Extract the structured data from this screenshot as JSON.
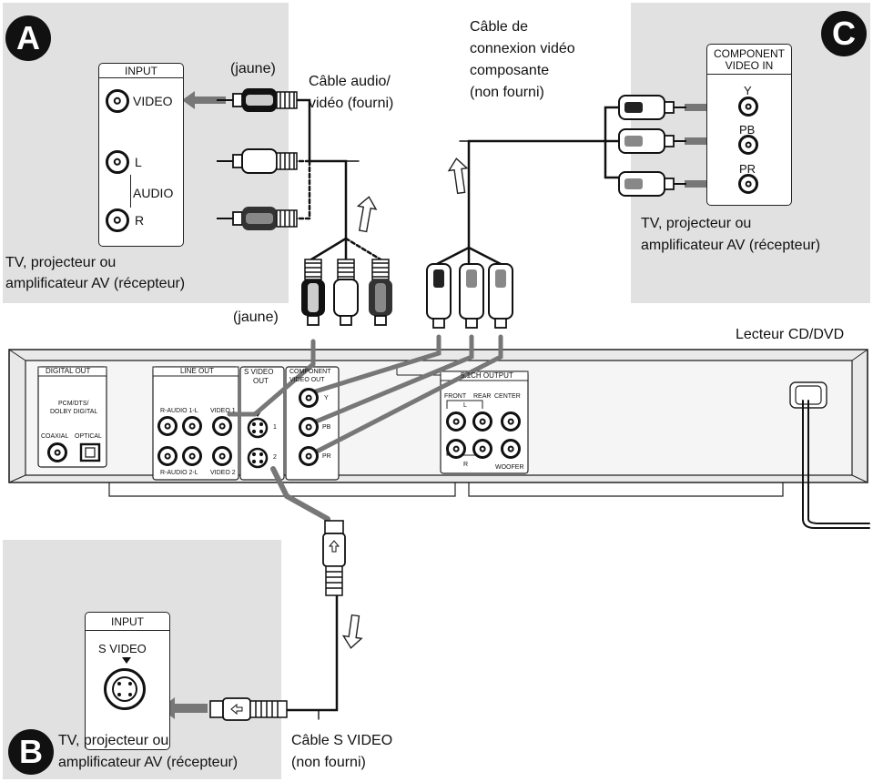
{
  "badges": {
    "a": "A",
    "b": "B",
    "c": "C"
  },
  "panel_a": {
    "input_title": "INPUT",
    "video": "VIDEO",
    "l": "L",
    "audio": "AUDIO",
    "r": "R",
    "device": [
      "TV, projecteur ou",
      "amplificateur AV (récepteur)"
    ]
  },
  "panel_c": {
    "title": [
      "COMPONENT",
      "VIDEO IN"
    ],
    "y": "Y",
    "pb": "PB",
    "pr": "PR",
    "device": [
      "TV, projecteur ou",
      "amplificateur AV (récepteur)"
    ]
  },
  "panel_b": {
    "input_title": "INPUT",
    "svideo": "S VIDEO",
    "device": [
      "TV, projecteur ou",
      "amplificateur AV (récepteur)"
    ]
  },
  "cables": {
    "yellow_top": "(jaune)",
    "yellow_bottom": "(jaune)",
    "av_cable": [
      "Câble audio/",
      "vidéo (fourni)"
    ],
    "component_cable": [
      "Câble de",
      "connexion vidéo",
      "composante",
      "(non fourni)"
    ],
    "svideo_cable": [
      "Câble S VIDEO",
      "(non fourni)"
    ]
  },
  "player": {
    "name": "Lecteur CD/DVD",
    "digital_out": "DIGITAL OUT",
    "pcm": [
      "PCM/DTS/",
      "DOLBY DIGITAL"
    ],
    "coaxial": "COAXIAL",
    "optical": "OPTICAL",
    "line_out": "LINE OUT",
    "r_audio_1": "R-AUDIO 1-L",
    "video_1": "VIDEO 1",
    "r_audio_2": "R-AUDIO 2-L",
    "video_2": "VIDEO 2",
    "svideo_out": [
      "S VIDEO",
      "OUT"
    ],
    "sv1": "1",
    "sv2": "2",
    "component_out": [
      "COMPONENT",
      "VIDEO OUT"
    ],
    "comp_y": "Y",
    "comp_pb": "PB",
    "comp_pr": "PR",
    "ch_output": "5.1CH OUTPUT",
    "front": "FRONT",
    "rear": "REAR",
    "center": "CENTER",
    "l_mark": "L",
    "r_mark": "R",
    "woofer": "WOOFER"
  }
}
